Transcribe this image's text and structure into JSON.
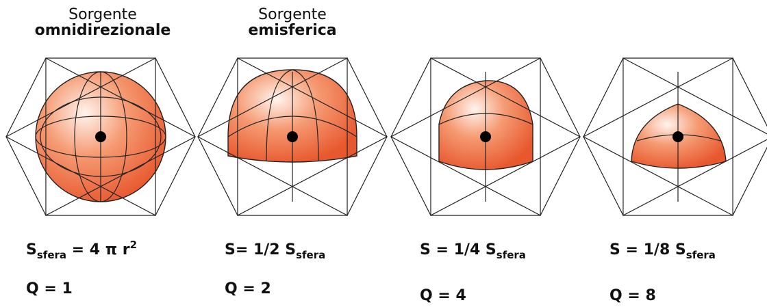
{
  "colors": {
    "shape_light": "#fff4ee",
    "shape_mid": "#f59a72",
    "shape_dark": "#e8582e",
    "outline": "#222222",
    "center": "#000000"
  },
  "panels": [
    {
      "title_line1": "Sorgente",
      "title_line2": "omnidirezionale",
      "formula": {
        "main": "S",
        "sub": "sfera",
        "rest": " = 4 π r",
        "sup": "2",
        "tail": ""
      },
      "q": "Q = 1"
    },
    {
      "title_line1": "Sorgente",
      "title_line2": "emisferica",
      "formula": {
        "main": "S= 1/2 S",
        "sub": "sfera",
        "rest": "",
        "sup": "",
        "tail": ""
      },
      "q": "Q = 2"
    },
    {
      "title_line1": "",
      "title_line2": "",
      "formula": {
        "main": "S = 1/4 S",
        "sub": "sfera",
        "rest": "",
        "sup": "",
        "tail": ""
      },
      "q": "Q = 4"
    },
    {
      "title_line1": "",
      "title_line2": "",
      "formula": {
        "main": "S = 1/8 S",
        "sub": "sfera",
        "rest": "",
        "sup": "",
        "tail": ""
      },
      "q": "Q = 8"
    }
  ]
}
